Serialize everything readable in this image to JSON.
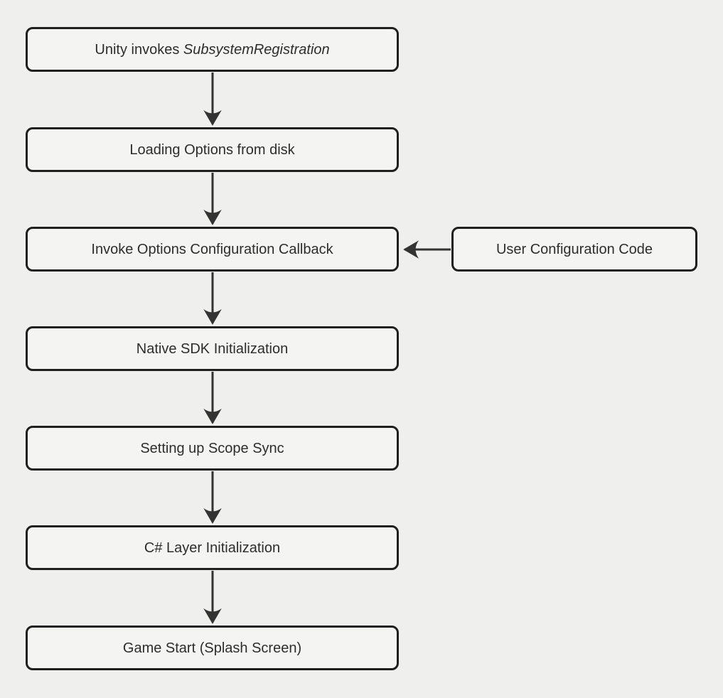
{
  "flowchart": {
    "nodes": [
      {
        "id": "unity-invokes-subsystem-registration",
        "text": "Unity invokes ",
        "text_italic": "SubsystemRegistration"
      },
      {
        "id": "loading-options-from-disk",
        "text": "Loading Options from disk"
      },
      {
        "id": "invoke-options-configuration-callback",
        "text": "Invoke Options Configuration Callback"
      },
      {
        "id": "user-configuration-code",
        "text": "User Configuration Code"
      },
      {
        "id": "native-sdk-initialization",
        "text": "Native SDK Initialization"
      },
      {
        "id": "setting-up-scope-sync",
        "text": "Setting up Scope Sync"
      },
      {
        "id": "csharp-layer-initialization",
        "text": "C# Layer Initialization"
      },
      {
        "id": "game-start-splash-screen",
        "text": "Game Start (Splash Screen)"
      }
    ],
    "edges": [
      {
        "from": "Unity invokes SubsystemRegistration",
        "to": "Loading Options from disk",
        "direction": "down"
      },
      {
        "from": "Loading Options from disk",
        "to": "Invoke Options Configuration Callback",
        "direction": "down"
      },
      {
        "from": "User Configuration Code",
        "to": "Invoke Options Configuration Callback",
        "direction": "left"
      },
      {
        "from": "Invoke Options Configuration Callback",
        "to": "Native SDK Initialization",
        "direction": "down"
      },
      {
        "from": "Native SDK Initialization",
        "to": "Setting up Scope Sync",
        "direction": "down"
      },
      {
        "from": "Setting up Scope Sync",
        "to": "C# Layer Initialization",
        "direction": "down"
      },
      {
        "from": "C# Layer Initialization",
        "to": "Game Start (Splash Screen)",
        "direction": "down"
      }
    ],
    "colors": {
      "background": "#efefed",
      "node_fill": "#f4f4f2",
      "node_border": "#1f1f1f",
      "arrow": "#333333",
      "text": "#2d2d2d"
    }
  }
}
